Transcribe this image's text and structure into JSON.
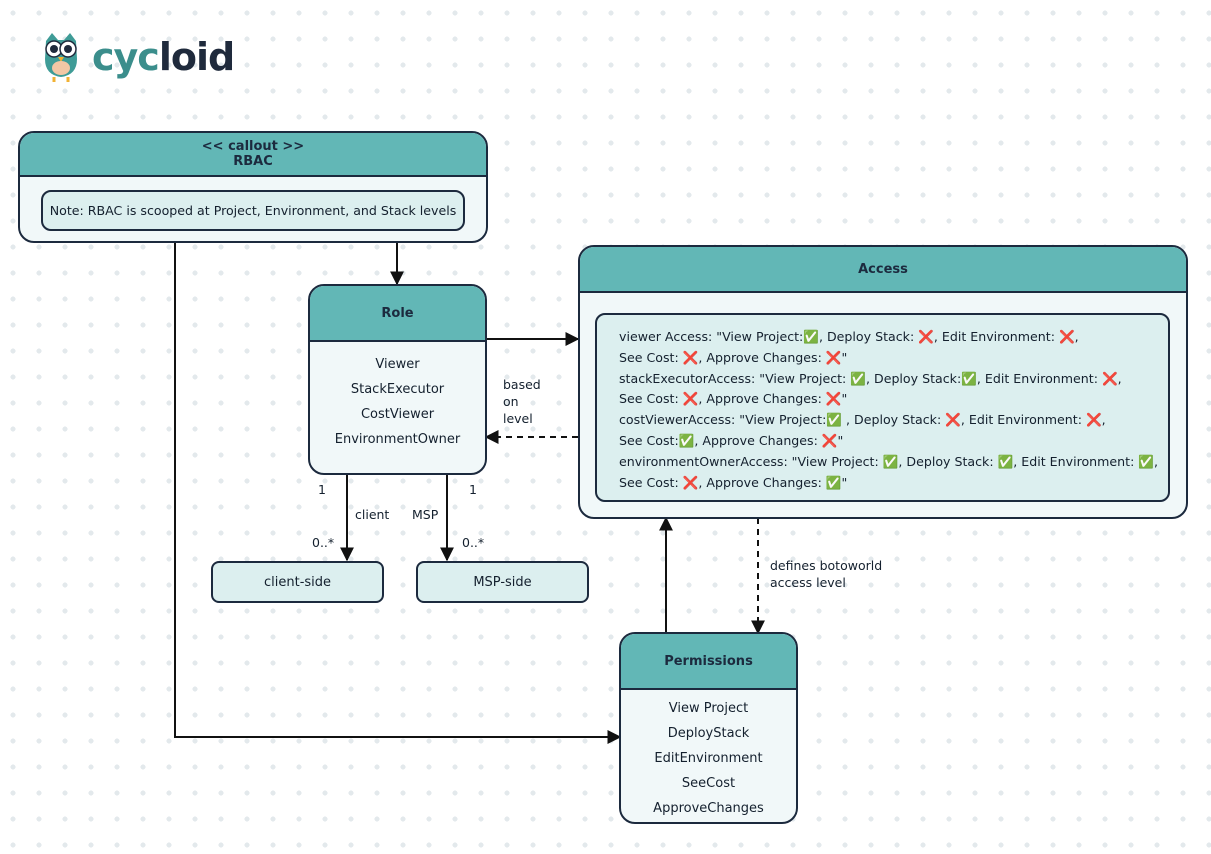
{
  "logo": {
    "text_a": "cyc",
    "text_b": "loid"
  },
  "callout": {
    "stereotype": "<< callout >>",
    "title": "RBAC",
    "note": "Note: RBAC is scooped at Project, Environment, and Stack levels"
  },
  "role": {
    "title": "Role",
    "items": [
      "Viewer",
      "StackExecutor",
      "CostViewer",
      "EnvironmentOwner"
    ]
  },
  "access": {
    "title": "Access",
    "lines": [
      "viewer Access: \"View Project:✅, Deploy Stack: ❌, Edit Environment: ❌,",
      "See Cost: ❌, Approve Changes: ❌\"",
      "stackExecutorAccess: \"View Project: ✅, Deploy Stack:✅, Edit Environment: ❌,",
      "See Cost: ❌, Approve Changes: ❌\"",
      "costViewerAccess: \"View Project:✅ , Deploy Stack: ❌, Edit Environment: ❌,",
      "See Cost:✅, Approve Changes: ❌\"",
      "environmentOwnerAccess: \"View Project: ✅, Deploy Stack: ✅, Edit Environment: ✅,",
      "See Cost: ❌, Approve Changes: ✅\""
    ]
  },
  "permissions": {
    "title": "Permissions",
    "items": [
      "View Project",
      "DeployStack",
      "EditEnvironment",
      "SeeCost",
      "ApproveChanges"
    ]
  },
  "nodes": {
    "client_side": "client-side",
    "msp_side": "MSP-side"
  },
  "edges": {
    "based_on_level": [
      "based",
      "on",
      "level"
    ],
    "defines": [
      "defines botoworld",
      "access level"
    ],
    "client": "client",
    "msp": "MSP",
    "mult_one_client": "1",
    "mult_one_msp": "1",
    "mult_many_client": "0..*",
    "mult_many_msp": "0..*"
  },
  "colors": {
    "header": "#62b7b6",
    "body": "#f1f8f9",
    "inner": "#dcefef",
    "border": "#1c2a3e"
  }
}
